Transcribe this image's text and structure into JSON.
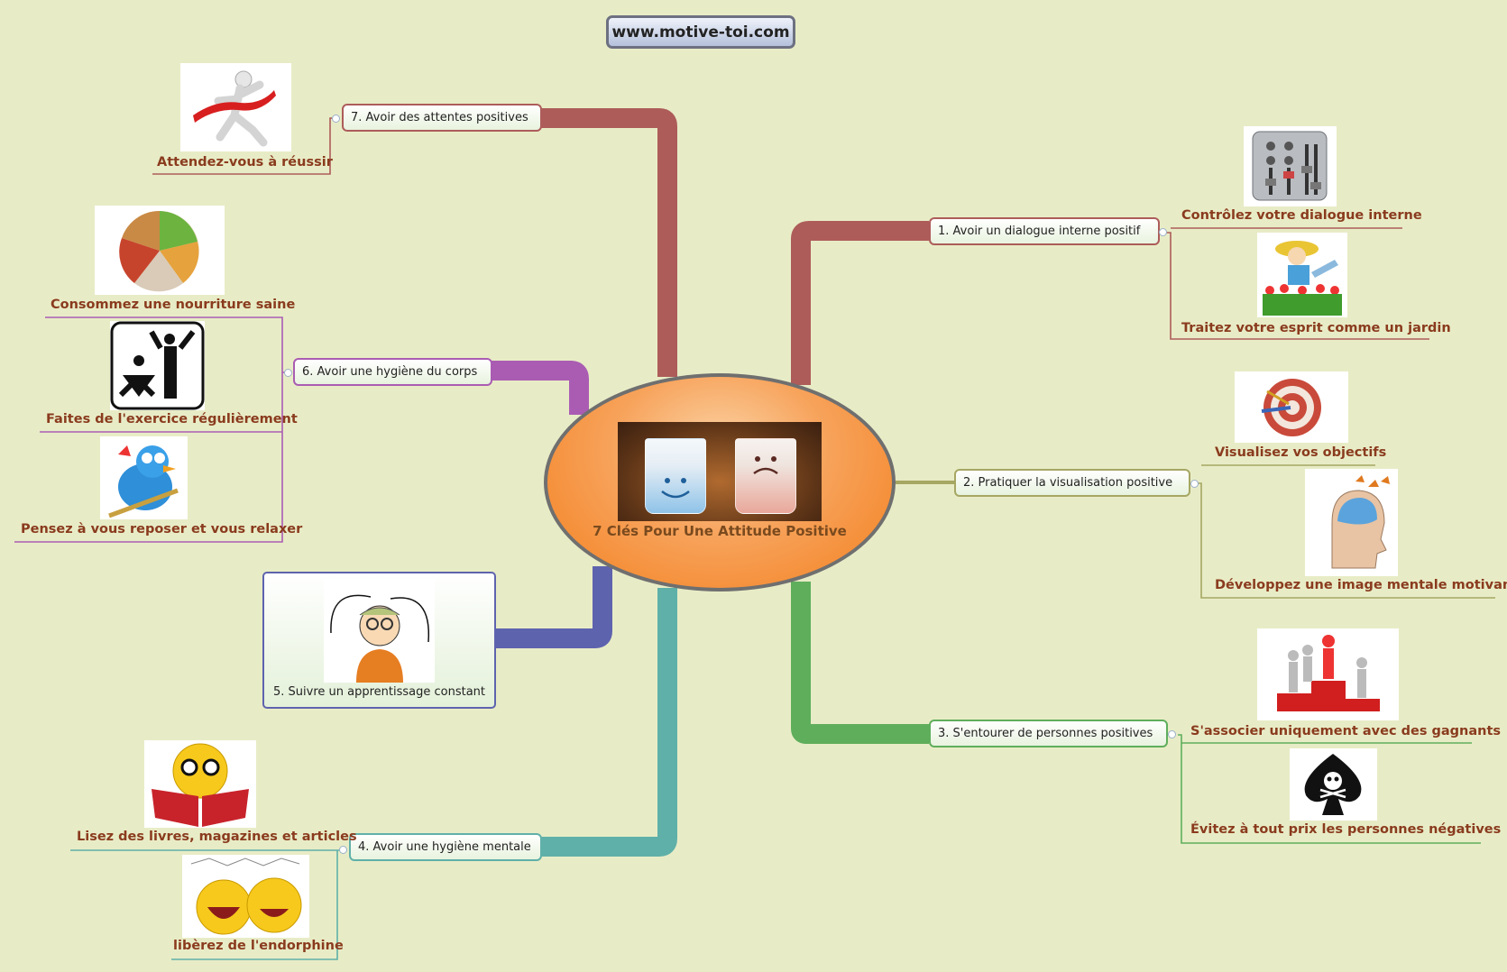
{
  "header": {
    "url": "www.motive-toi.com"
  },
  "center": {
    "title": "7 Clés Pour Une Attitude Positive"
  },
  "branches": [
    {
      "label": "1. Avoir un dialogue interne positif",
      "color": "#ad5c5a",
      "leaves": [
        "Contrôlez votre dialogue interne",
        "Traitez votre esprit comme un jardin"
      ]
    },
    {
      "label": "2. Pratiquer la visualisation positive",
      "color": "#a6a763",
      "leaves": [
        "Visualisez vos objectifs",
        "Développez une image mentale motivante"
      ]
    },
    {
      "label": "3. S'entourer de personnes positives",
      "color": "#5fae5c",
      "leaves": [
        "S'associer uniquement avec des gagnants",
        "Évitez à tout prix les personnes négatives !"
      ]
    },
    {
      "label": "4. Avoir une hygiène mentale",
      "color": "#5fb0a9",
      "leaves": [
        "Lisez des livres, magazines et articles",
        "libèrez de l'endorphine"
      ]
    },
    {
      "label": "5. Suivre un apprentissage constant",
      "color": "#5e63ae",
      "leaves": []
    },
    {
      "label": "6. Avoir une hygiène du corps",
      "color": "#aa5cb3",
      "leaves": [
        "Consommez une nourriture saine",
        "Faites de l'exercice régulièrement",
        "Pensez à vous reposer et vous relaxer"
      ]
    },
    {
      "label": "7. Avoir des attentes positives",
      "color": "#ad5c5a",
      "leaves": [
        "Attendez-vous à réussir"
      ]
    }
  ]
}
